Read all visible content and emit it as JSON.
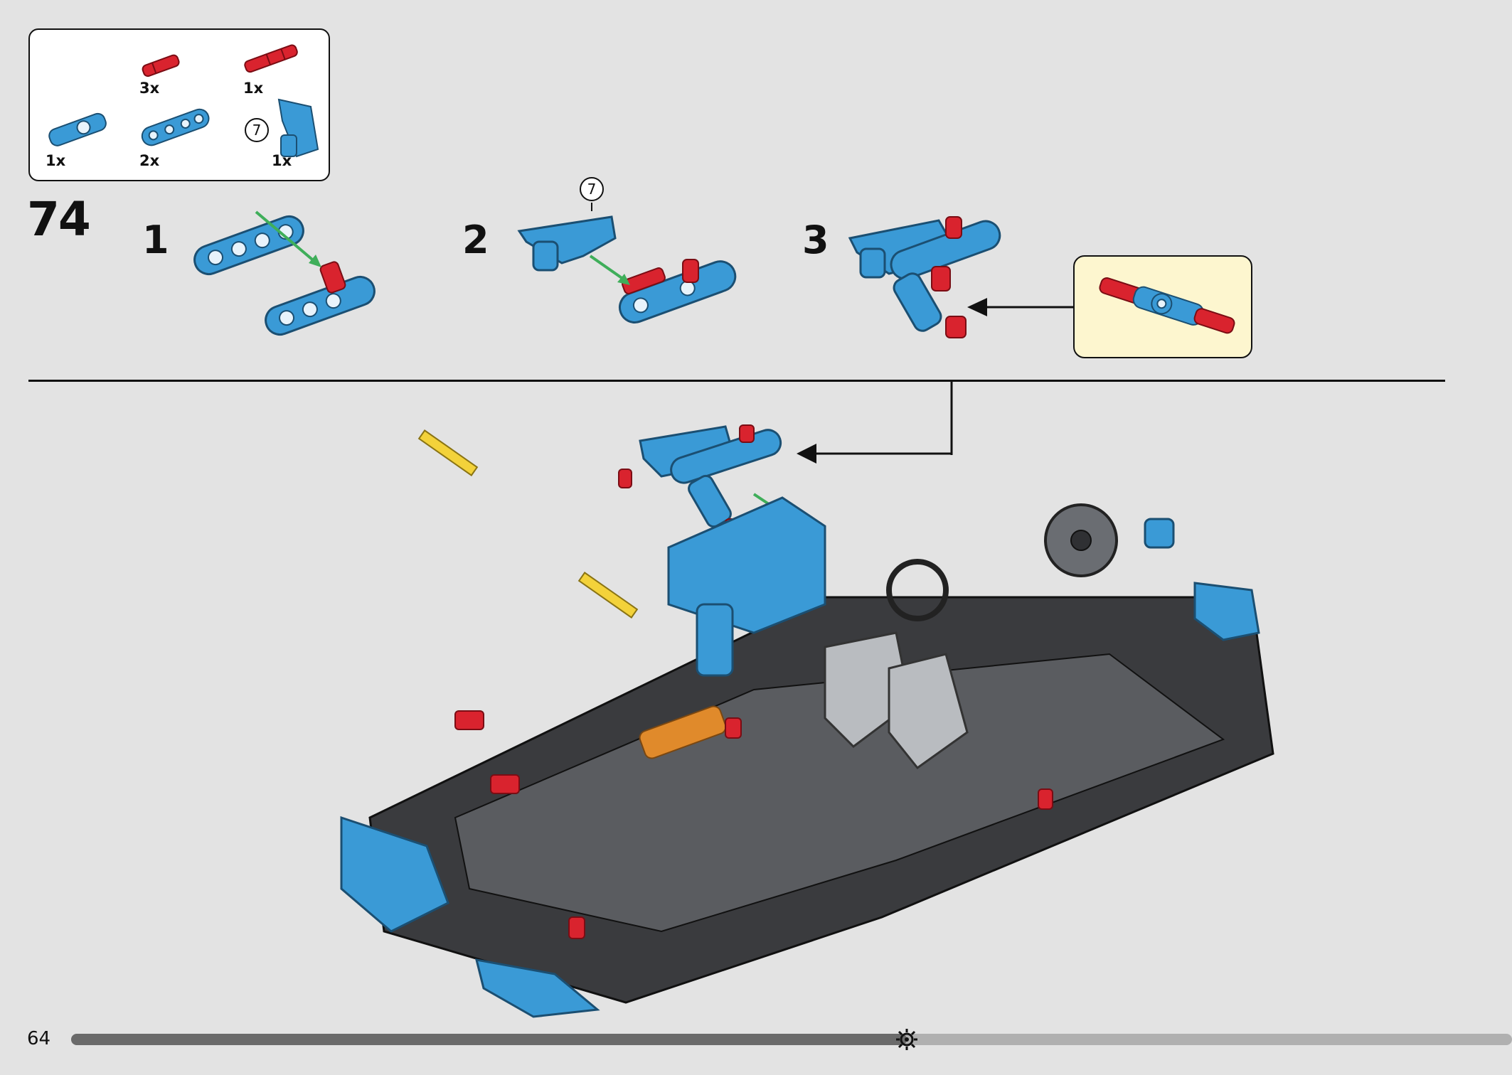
{
  "page": {
    "number": "64",
    "progress_fraction": 0.58
  },
  "step": {
    "number": "74"
  },
  "parts_list": [
    {
      "qty": "3x",
      "color": "#d9232e",
      "kind": "pin"
    },
    {
      "qty": "1x",
      "color": "#d9232e",
      "kind": "axle-pin"
    },
    {
      "qty": "1x",
      "color": "#3a9ad6",
      "kind": "axle-connector"
    },
    {
      "qty": "2x",
      "color": "#3a9ad6",
      "kind": "beam"
    },
    {
      "qty": "1x",
      "color": "#3a9ad6",
      "kind": "panel",
      "callout": "7"
    }
  ],
  "substeps": [
    {
      "label": "1"
    },
    {
      "label": "2",
      "callout": "7"
    },
    {
      "label": "3"
    }
  ],
  "colors": {
    "part_blue": "#3a9ad6",
    "part_red": "#d9232e",
    "part_dark": "#2f3033",
    "part_grey": "#9a9ea3",
    "part_yellow": "#f3d23a",
    "arrow_green": "#3fae5a",
    "subassembly_bg": "#fdf6cf"
  },
  "icons": {
    "progress_marker": "gear-icon"
  }
}
